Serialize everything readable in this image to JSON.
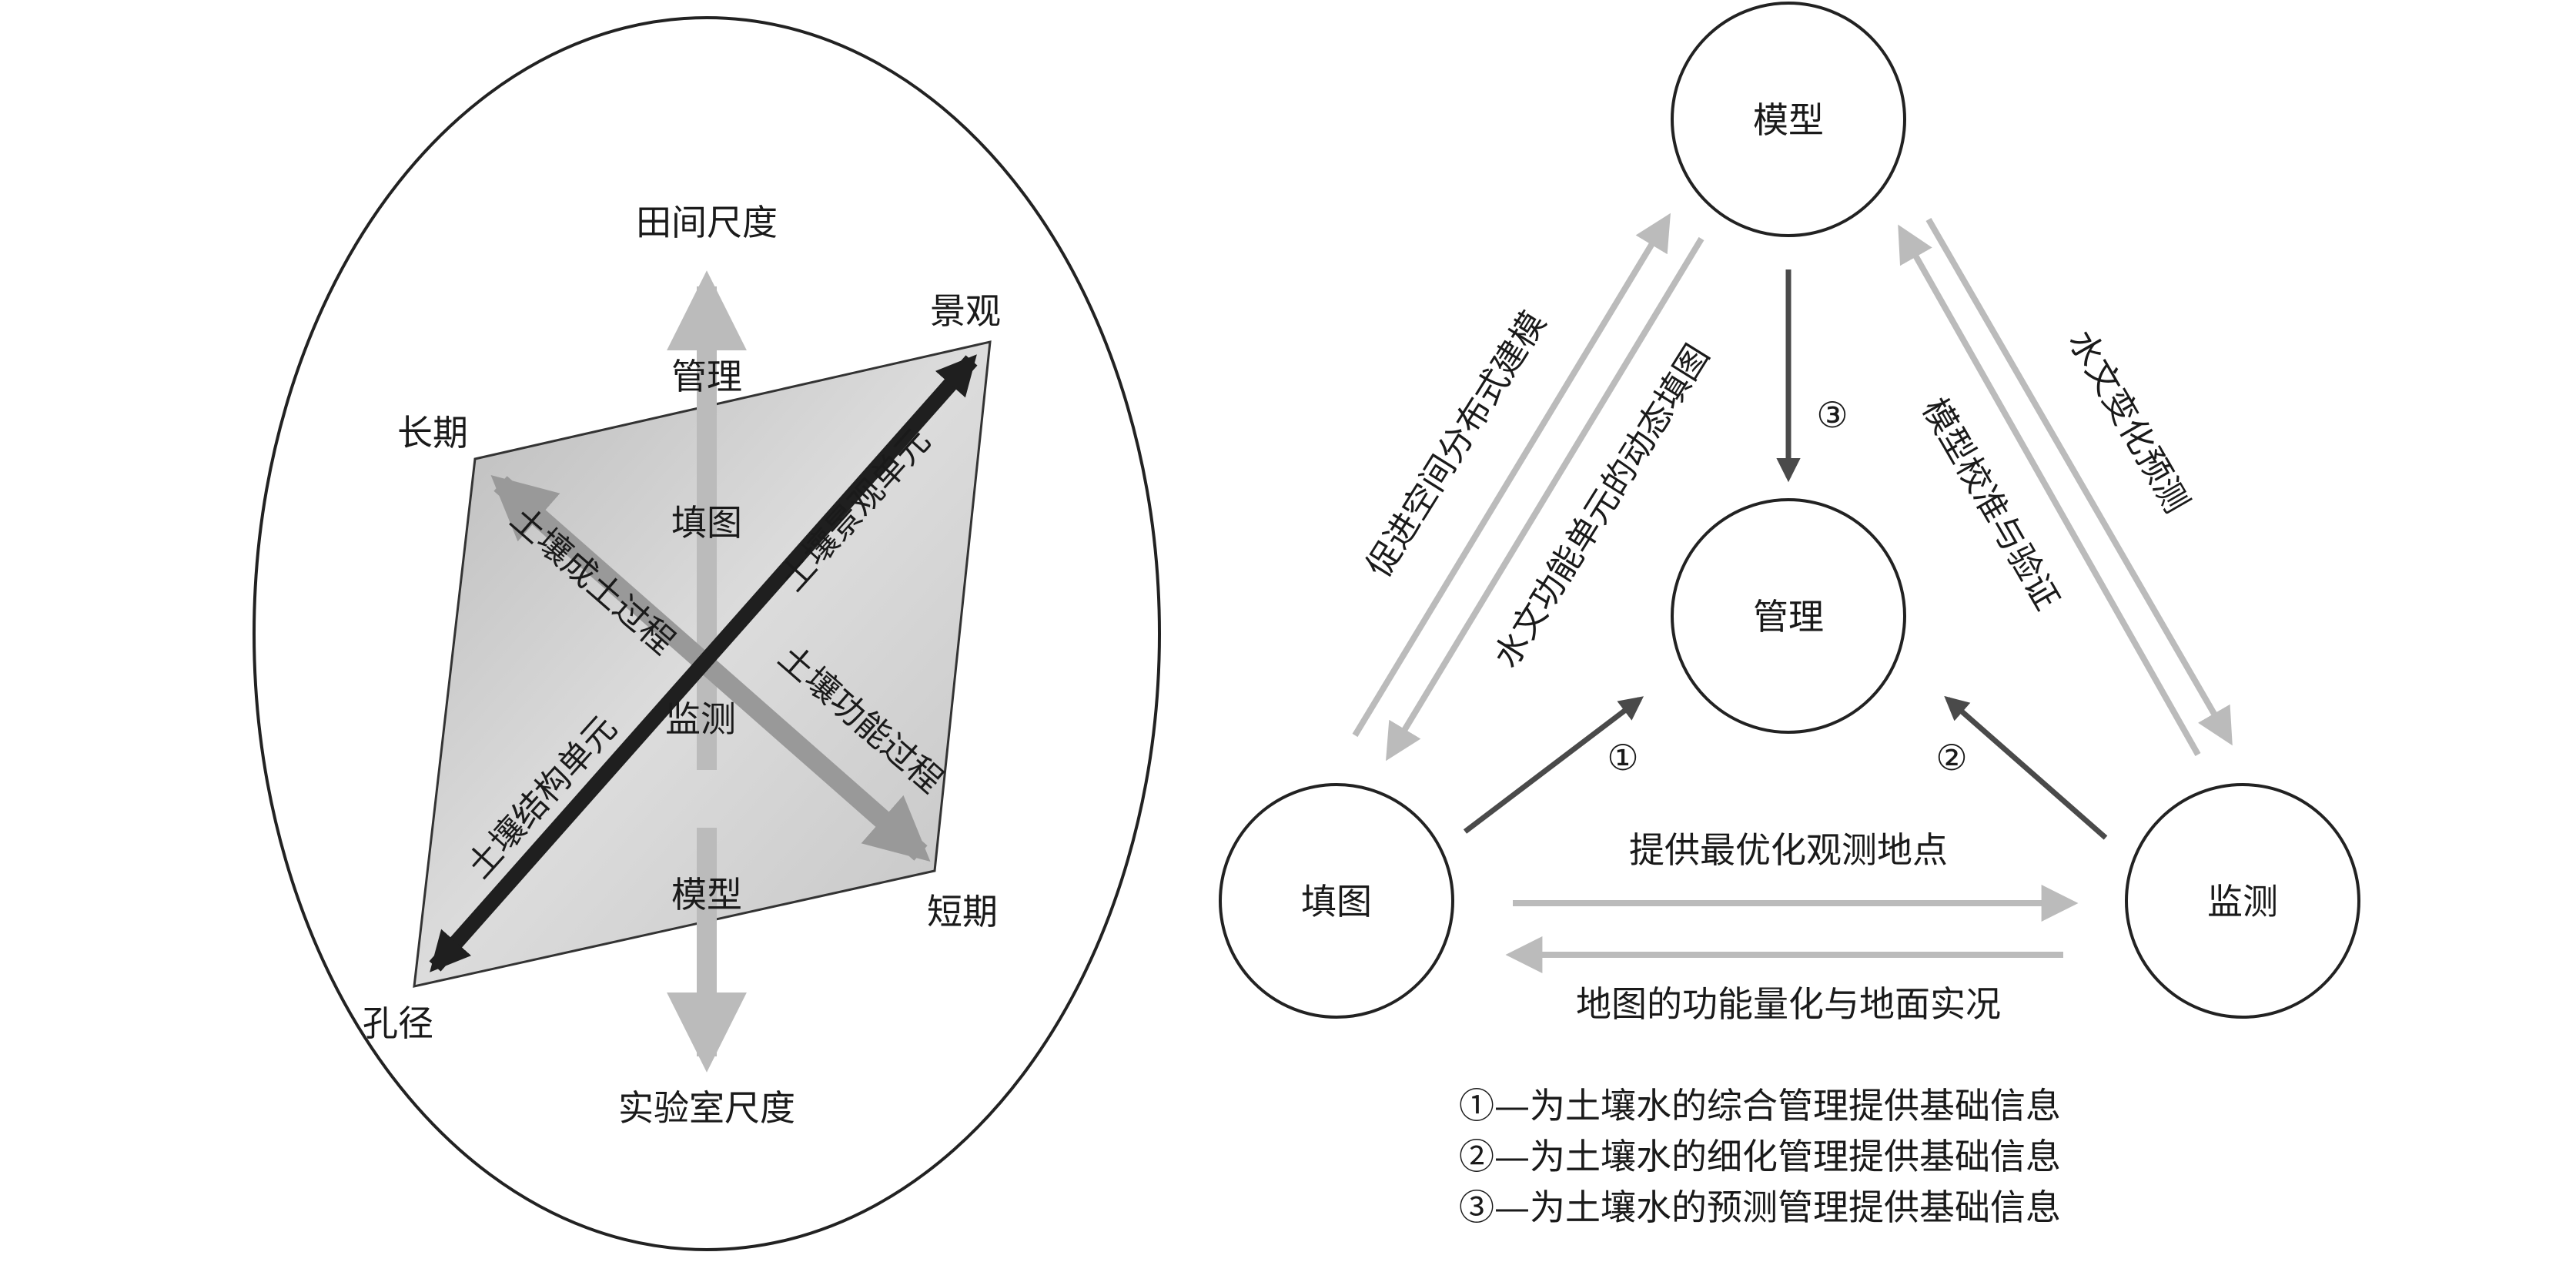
{
  "left_diagram": {
    "labels": {
      "field_scale": "田间尺度",
      "lab_scale": "实验室尺度",
      "landscape": "景观",
      "long_term": "长期",
      "short_term": "短期",
      "pore": "孔径",
      "management": "管理",
      "mapping": "填图",
      "monitoring": "监测",
      "model": "模型"
    },
    "diagonal_labels": {
      "soil_landscape_unit": "土壤景观单元",
      "soil_formation_process": "土壤成土过程",
      "soil_function_process": "土壤功能过程",
      "soil_structure_unit": "土壤结构单元"
    }
  },
  "right_diagram": {
    "nodes": {
      "model": "模型",
      "management": "管理",
      "mapping": "填图",
      "monitoring": "监测"
    },
    "markers": {
      "m1": "①",
      "m2": "②",
      "m3": "③"
    },
    "edge_labels": {
      "promote_distributed_modeling": "促进空间分布式建模",
      "dynamic_mapping_hydro_units": "水文功能单元的动态填图",
      "hydrologic_change_prediction": "水文变化预测",
      "model_calibration_validation": "模型校准与验证",
      "optimal_observation_sites": "提供最优化观测地点",
      "map_quantification_ground_truth": "地图的功能量化与地面实况"
    },
    "legend": [
      "①—为土壤水的综合管理提供基础信息",
      "②—为土壤水的细化管理提供基础信息",
      "③—为土壤水的预测管理提供基础信息"
    ]
  },
  "colors": {
    "light_arrow": "#bbbbbb",
    "mid_arrow": "#999999",
    "dark_arrow": "#1f1f1f",
    "rhombus_fill": "#cccccc",
    "stroke": "#222222"
  }
}
